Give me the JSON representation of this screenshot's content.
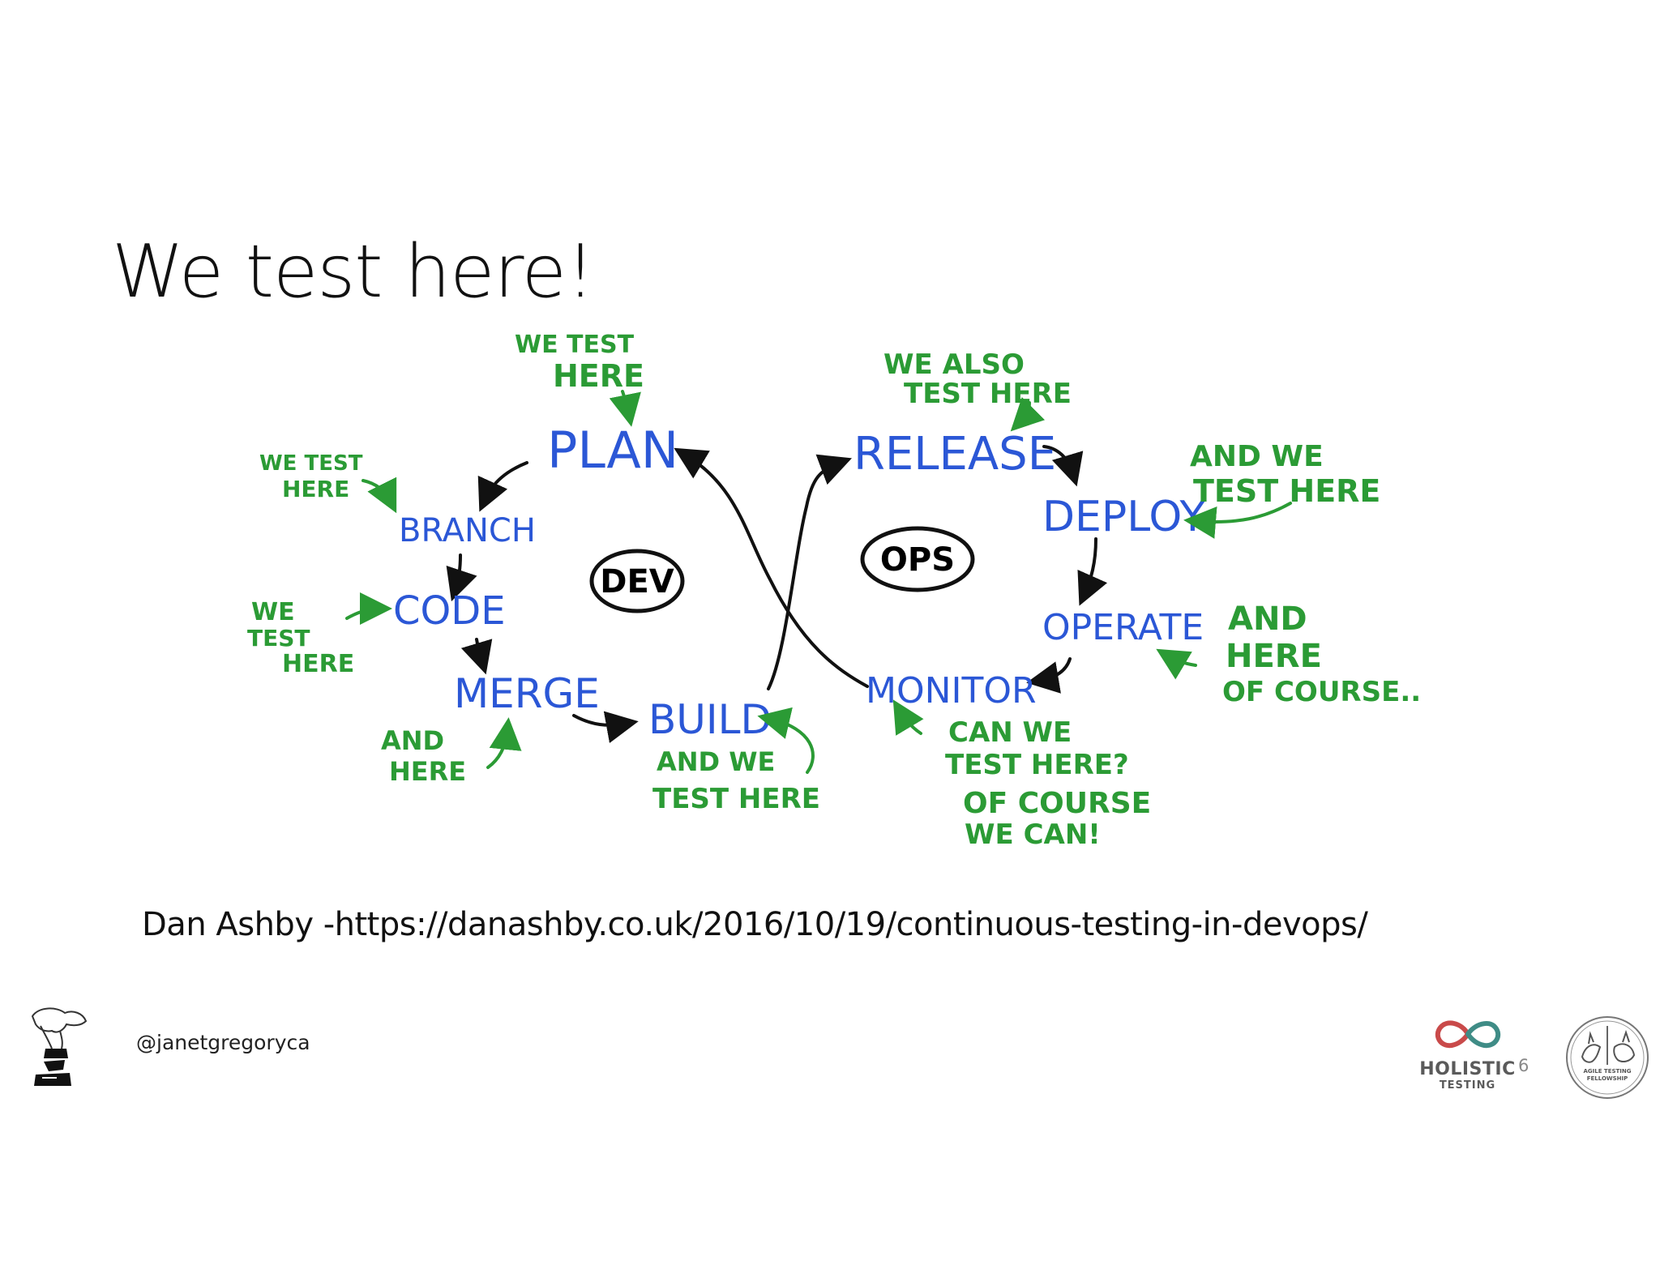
{
  "slide": {
    "title": "We test here!",
    "citation": "Dan Ashby -https://danashby.co.uk/2016/10/19/continuous-testing-in-devops/",
    "handle": "@janetgregoryca",
    "page_number": "6"
  },
  "diagram": {
    "dev_label": "DEV",
    "ops_label": "OPS",
    "stages": {
      "plan": "PLAN",
      "branch": "BRANCH",
      "code": "CODE",
      "merge": "MERGE",
      "build": "BUILD",
      "release": "RELEASE",
      "deploy": "DEPLOY",
      "operate": "OPERATE",
      "monitor": "MONITOR"
    },
    "notes": {
      "plan_1": "WE TEST",
      "plan_2": "HERE",
      "branch_1": "WE TEST",
      "branch_2": "HERE",
      "code_1": "WE",
      "code_2": "TEST",
      "code_3": "HERE",
      "merge_1": "AND",
      "merge_2": "HERE",
      "build_1": "AND WE",
      "build_2": "TEST HERE",
      "release_1": "WE ALSO",
      "release_2": "TEST HERE",
      "deploy_1": "AND WE",
      "deploy_2": "TEST HERE",
      "operate_1": "AND",
      "operate_2": "HERE",
      "operate_3": "OF COURSE..",
      "monitor_1": "CAN WE",
      "monitor_2": "TEST HERE?",
      "monitor_3": "OF COURSE",
      "monitor_4": "WE CAN!"
    }
  },
  "logos": {
    "holistic_word": "HOLISTIC",
    "holistic_sub": "TESTING",
    "fellowship_1": "AGILE TESTING",
    "fellowship_2": "FELLOWSHIP"
  },
  "colors": {
    "stage_blue": "#2b57d6",
    "note_green": "#2b9b35",
    "holistic_red": "#c94a4a",
    "holistic_teal": "#3f8c86"
  }
}
